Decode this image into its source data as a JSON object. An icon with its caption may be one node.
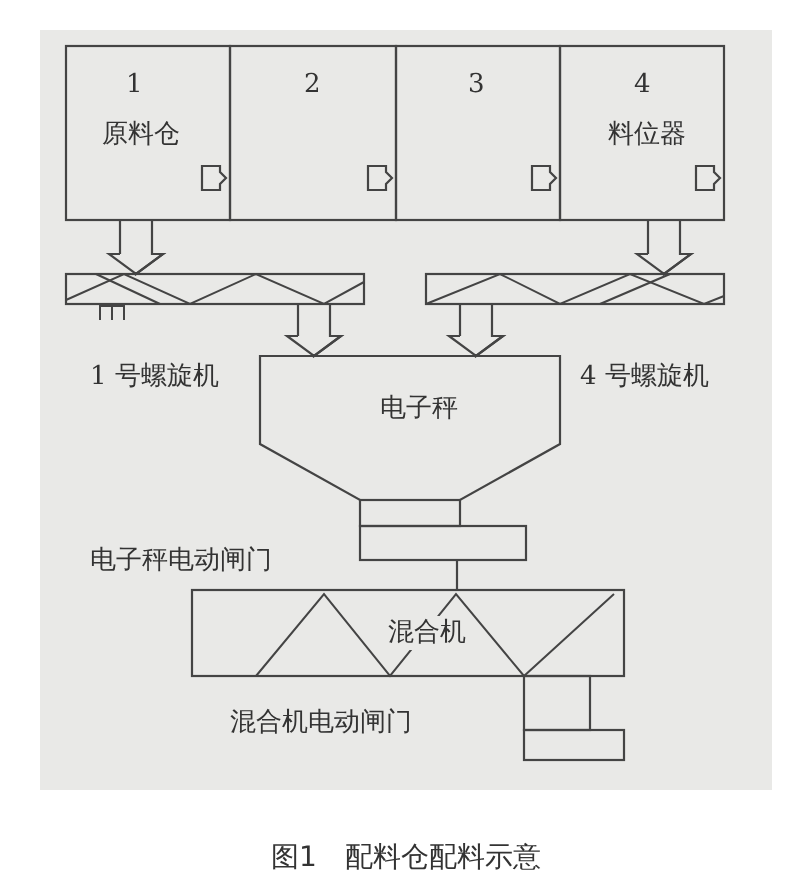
{
  "diagram": {
    "caption": "图1　配料仓配料示意",
    "nodes": [
      {
        "text": [
          "1",
          "原料仓"
        ]
      },
      {
        "text": [
          "2"
        ]
      },
      {
        "text": [
          "3"
        ]
      },
      {
        "text": [
          "4",
          "料位器"
        ]
      },
      {
        "text": [],
        "shape": "box"
      },
      {
        "text": [],
        "shape": "box"
      },
      {
        "text": [
          "电子秤"
        ]
      },
      {
        "text": [],
        "shape": "box"
      },
      {
        "text": [
          "混合机"
        ]
      },
      {
        "text": [],
        "shape": "box"
      }
    ],
    "edges": [
      {
        "from": 0,
        "to": 4,
        "arrow": "to"
      },
      {
        "from": 3,
        "to": 5,
        "arrow": "to"
      },
      {
        "from": 4,
        "to": 6,
        "arrow": "to"
      },
      {
        "from": 5,
        "to": 6,
        "arrow": "to"
      },
      {
        "from": 7,
        "to": 8,
        "arrow": "none"
      }
    ],
    "labels": [
      "1 号螺旋机",
      "4 号螺旋机",
      "电子秤电动闸门",
      "混合机电动闸门"
    ]
  }
}
